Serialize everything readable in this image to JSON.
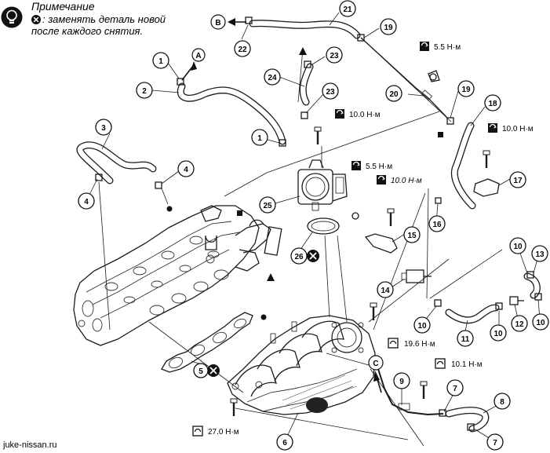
{
  "note": {
    "title": "Примечание",
    "text_line1": ": заменять деталь новой",
    "text_line2": "после каждого снятия.",
    "icon": "lightbulb-icon",
    "replace_icon": "circle-x-icon"
  },
  "callouts": [
    {
      "id": "c1a",
      "label": "1"
    },
    {
      "id": "c1b",
      "label": "1"
    },
    {
      "id": "c2",
      "label": "2"
    },
    {
      "id": "c3",
      "label": "3"
    },
    {
      "id": "c4a",
      "label": "4"
    },
    {
      "id": "c4b",
      "label": "4"
    },
    {
      "id": "c5",
      "label": "5"
    },
    {
      "id": "c6",
      "label": "6"
    },
    {
      "id": "c7a",
      "label": "7"
    },
    {
      "id": "c7b",
      "label": "7"
    },
    {
      "id": "c8",
      "label": "8"
    },
    {
      "id": "c9",
      "label": "9"
    },
    {
      "id": "c10a",
      "label": "10"
    },
    {
      "id": "c10b",
      "label": "10"
    },
    {
      "id": "c10c",
      "label": "10"
    },
    {
      "id": "c10d",
      "label": "10"
    },
    {
      "id": "c11",
      "label": "11"
    },
    {
      "id": "c12",
      "label": "12"
    },
    {
      "id": "c13",
      "label": "13"
    },
    {
      "id": "c14",
      "label": "14"
    },
    {
      "id": "c15",
      "label": "15"
    },
    {
      "id": "c16",
      "label": "16"
    },
    {
      "id": "c17",
      "label": "17"
    },
    {
      "id": "c18",
      "label": "18"
    },
    {
      "id": "c19a",
      "label": "19"
    },
    {
      "id": "c19b",
      "label": "19"
    },
    {
      "id": "c20",
      "label": "20"
    },
    {
      "id": "c21",
      "label": "21"
    },
    {
      "id": "c22",
      "label": "22"
    },
    {
      "id": "c23a",
      "label": "23"
    },
    {
      "id": "c23b",
      "label": "23"
    },
    {
      "id": "c24",
      "label": "24"
    },
    {
      "id": "c25",
      "label": "25"
    },
    {
      "id": "c26",
      "label": "26"
    }
  ],
  "arrows": [
    {
      "id": "arrowA",
      "label": "A"
    },
    {
      "id": "arrowB",
      "label": "B"
    },
    {
      "id": "arrowC",
      "label": "C"
    }
  ],
  "torques": [
    {
      "id": "t1",
      "value": "5.5 Н·м"
    },
    {
      "id": "t2",
      "value": "10.0 Н·м"
    },
    {
      "id": "t3",
      "value": "10.0 Н·м"
    },
    {
      "id": "t4",
      "value": "5.5 Н·м"
    },
    {
      "id": "t5",
      "value": "10.0 Н·м"
    },
    {
      "id": "t6",
      "value": "19.6 Н·м"
    },
    {
      "id": "t7",
      "value": "10.1 Н·м"
    },
    {
      "id": "t8",
      "value": "27.0 Н·м"
    }
  ],
  "watermark": "juke-nissan.ru"
}
